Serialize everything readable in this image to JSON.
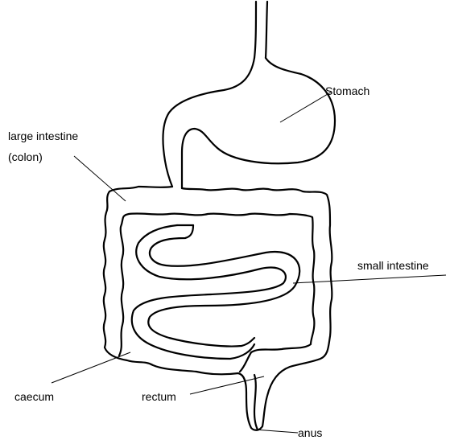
{
  "labels": {
    "stomach": "Stomach",
    "large_intestine": "large intestine",
    "colon": "(colon)",
    "small_intestine": "small intestine",
    "caecum": "caecum",
    "rectum": "rectum",
    "anus": "anus"
  },
  "colors": {
    "line": "#000000",
    "background": "#ffffff"
  }
}
